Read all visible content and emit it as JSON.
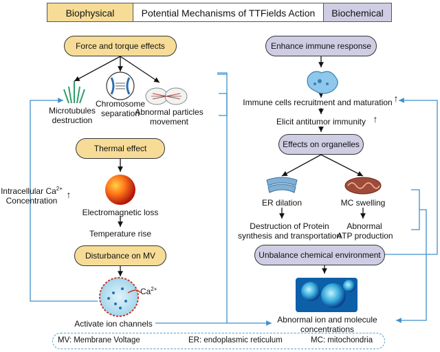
{
  "header": {
    "biophysical": "Biophysical",
    "title": "Potential Mechanisms of TTFields Action",
    "biochemical": "Biochemical"
  },
  "left": {
    "force_torque": "Force and torque effects",
    "microtubules": [
      "Microtubules",
      "destruction"
    ],
    "chromosome": [
      "Chromosome",
      "separation"
    ],
    "abnormal_particles": [
      "Abnormal particles",
      "movement"
    ],
    "thermal": "Thermal effect",
    "electromagnetic": "Electromagnetic loss",
    "temperature": "Temperature rise",
    "disturbance": "Disturbance on MV",
    "activate": "Activate ion channels",
    "ca_label": "Ca",
    "ca_sup": "2+",
    "intracellular_1": "Intracellular Ca",
    "intracellular_sup": "2+",
    "intracellular_2": "Concentration",
    "up_arrow": "↑"
  },
  "right": {
    "enhance": "Enhance immune response",
    "immune_recruit": "Immune cells recruitment and maturation",
    "elicit": "Elicit antitumor immunity",
    "organelles": "Effects on organelles",
    "er_dilation": "ER dilation",
    "mc_swelling": "MC swelling",
    "destruction_protein": [
      "Destruction of Protein",
      "synthesis and transportation"
    ],
    "abnormal_atp": [
      "Abnormal",
      "ATP production"
    ],
    "unbalance": "Unbalance chemical environment",
    "abnormal_ion": [
      "Abnormal ion and molecule",
      "concentrations"
    ],
    "up_arrow": "↑"
  },
  "legend": {
    "mv": "MV: Membrane Voltage",
    "er": "ER: endoplasmic reticulum",
    "mc": "MC: mitochondria"
  },
  "colors": {
    "yellow": "#f6dc96",
    "purple": "#cfcde3",
    "blue_line": "#3f8fc9"
  }
}
